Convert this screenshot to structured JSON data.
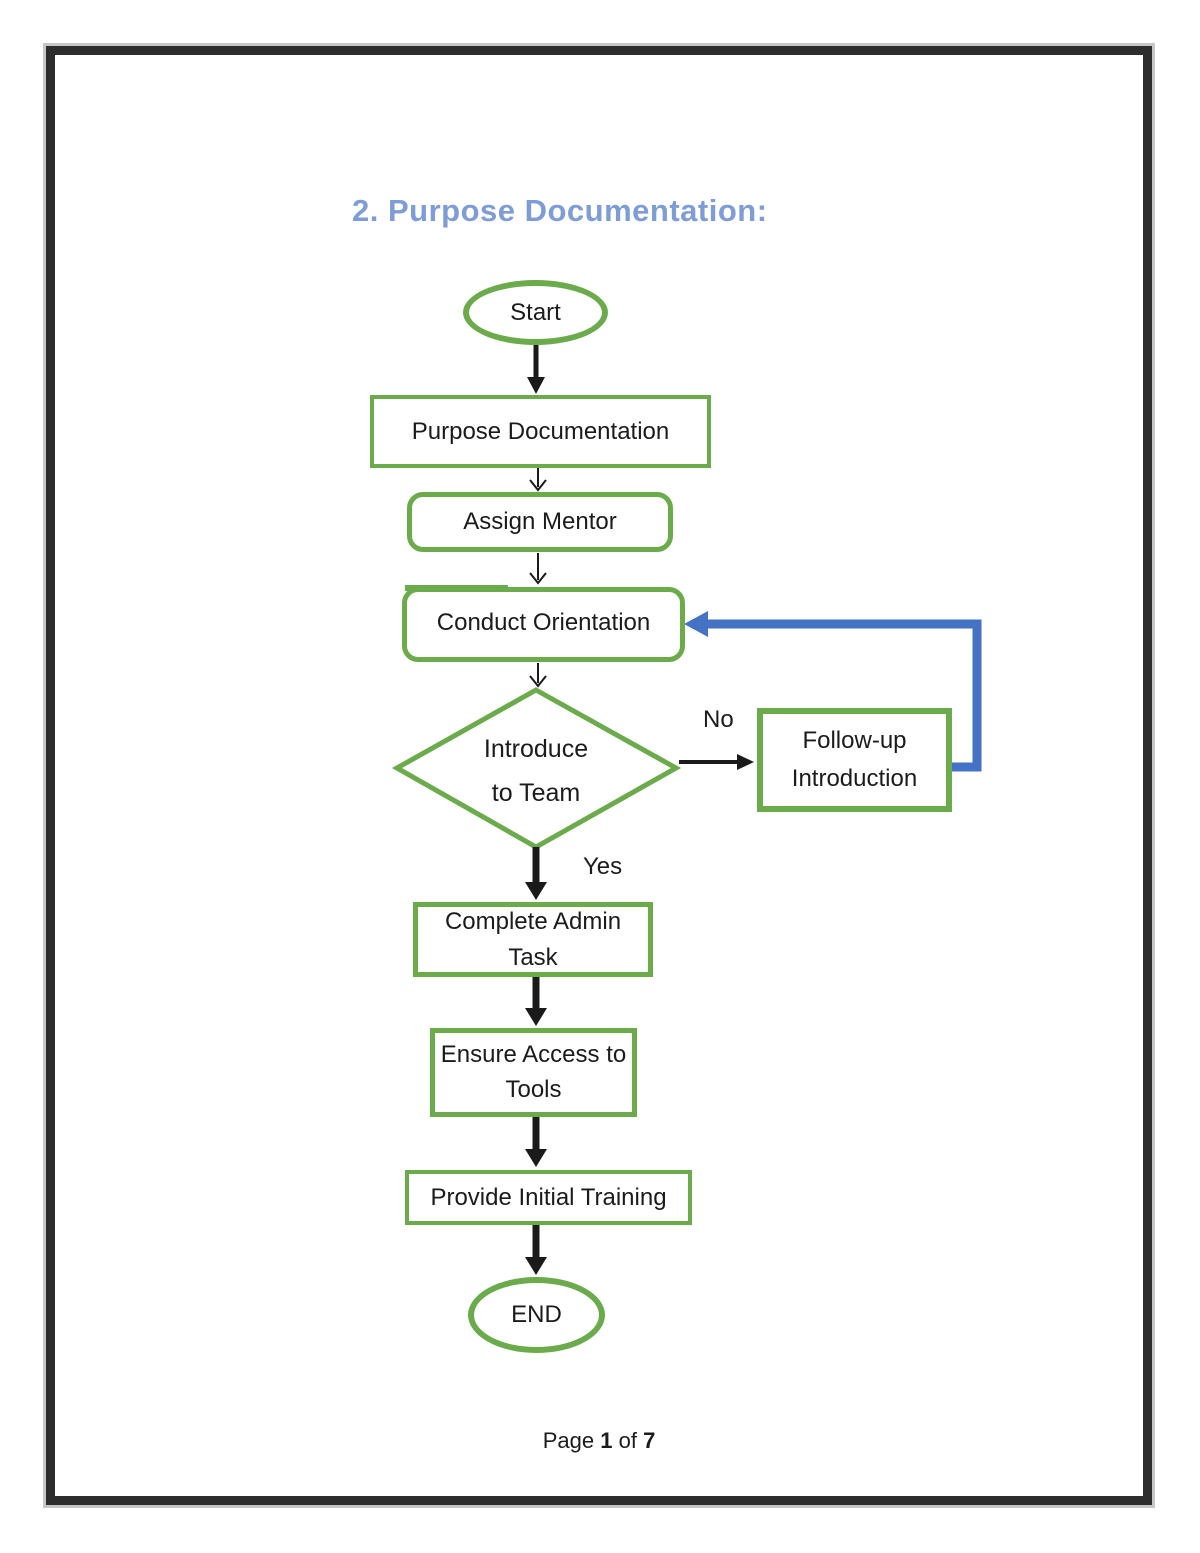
{
  "page": {
    "title": "2. Purpose Documentation:",
    "footer": {
      "prefix": "Page",
      "current_page": "1",
      "middle": "of",
      "total_pages": "7"
    }
  },
  "flowchart": {
    "nodes": [
      {
        "id": "start",
        "type": "ellipse",
        "label": "Start"
      },
      {
        "id": "purpose-documentation",
        "type": "rect",
        "label": "Purpose Documentation"
      },
      {
        "id": "assign-mentor",
        "type": "rounded-rect",
        "label": "Assign Mentor"
      },
      {
        "id": "conduct-orientation",
        "type": "rounded-rect",
        "label": "Conduct Orientation"
      },
      {
        "id": "introduce-to-team",
        "type": "decision-diamond",
        "label_line1": "Introduce",
        "label_line2": "to Team"
      },
      {
        "id": "follow-up-introduction",
        "type": "rect",
        "label_line1": "Follow-up",
        "label_line2": "Introduction"
      },
      {
        "id": "complete-admin-task",
        "type": "rect",
        "label": "Complete Admin Task"
      },
      {
        "id": "ensure-access-to-tools",
        "type": "rect",
        "label_line1": "Ensure Access to",
        "label_line2": "Tools"
      },
      {
        "id": "provide-initial-training",
        "type": "rect",
        "label": "Provide Initial Training"
      },
      {
        "id": "end",
        "type": "ellipse",
        "label": "END"
      }
    ],
    "edge_labels": {
      "no": "No",
      "yes": "Yes"
    },
    "colors": {
      "node_border_green": "#6bab4c",
      "loop_connector_blue": "#4472c4",
      "arrow_black": "#1a1a1a",
      "title_blue": "#7e9cd5",
      "page_border": "#2d2d2d"
    }
  }
}
